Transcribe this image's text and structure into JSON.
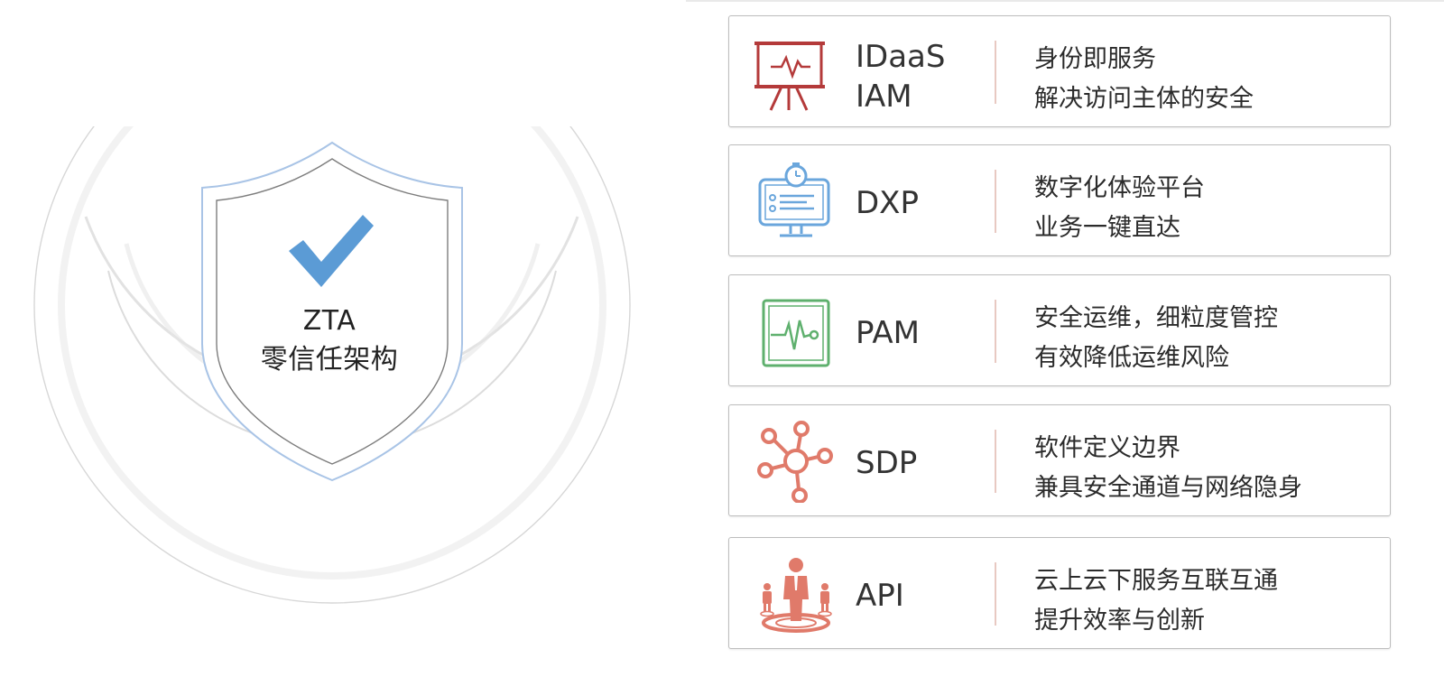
{
  "center": {
    "title_line1": "ZTA",
    "title_line2": "零信任架构"
  },
  "colors": {
    "shield_outline": "#a9c4e6",
    "check": "#5b9bd5",
    "iam_red": "#b43a3a",
    "dxp_blue": "#6aa6dc",
    "pam_green": "#5fb06e",
    "sdp_salmon": "#e07a6a",
    "api_salmon": "#e07a6a",
    "divider": "#e8c9c2"
  },
  "cards": [
    {
      "icon": "presentation-board-icon",
      "abbr_line1": "IDaaS",
      "abbr_line2": "IAM",
      "desc_line1": "身份即服务",
      "desc_line2": "解决访问主体的安全"
    },
    {
      "icon": "monitor-timer-icon",
      "abbr_line1": "DXP",
      "desc_line1": "数字化体验平台",
      "desc_line2": "业务一键直达"
    },
    {
      "icon": "pulse-monitor-icon",
      "abbr_line1": "PAM",
      "desc_line1": "安全运维，细粒度管控",
      "desc_line2": "有效降低运维风险"
    },
    {
      "icon": "network-hub-icon",
      "abbr_line1": "SDP",
      "desc_line1": "软件定义边界",
      "desc_line2": "兼具安全通道与网络隐身"
    },
    {
      "icon": "people-platform-icon",
      "abbr_line1": "API",
      "desc_line1": "云上云下服务互联互通",
      "desc_line2": "提升效率与创新"
    }
  ]
}
